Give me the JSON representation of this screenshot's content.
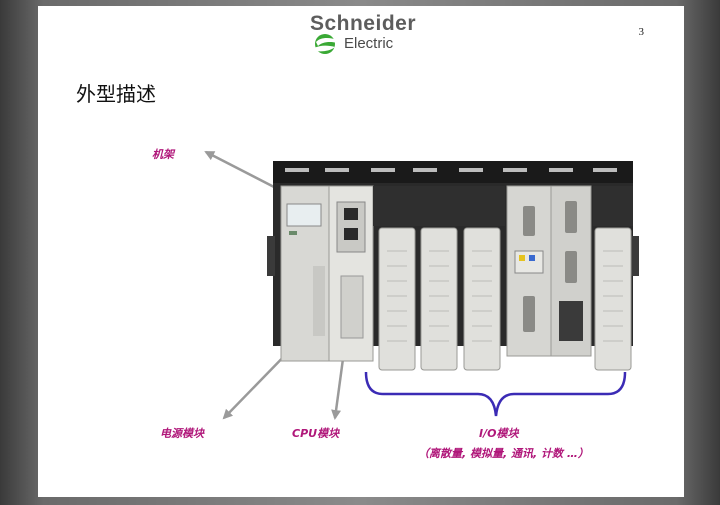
{
  "page": {
    "number": "3",
    "title": "外型描述"
  },
  "logo": {
    "brand": "Schneider",
    "sub": "Electric",
    "accent_color": "#3aa935"
  },
  "labels": {
    "rack": "机架",
    "power_module": "电源模块",
    "cpu_module": "CPU模块",
    "io_module": "I/O模块",
    "io_module_detail": "（离散量, 模拟量, 通讯, 计数 …）"
  },
  "colors": {
    "label": "#b0177a",
    "bracket": "#3b2bb5",
    "arrow": "#9a9a9a"
  }
}
